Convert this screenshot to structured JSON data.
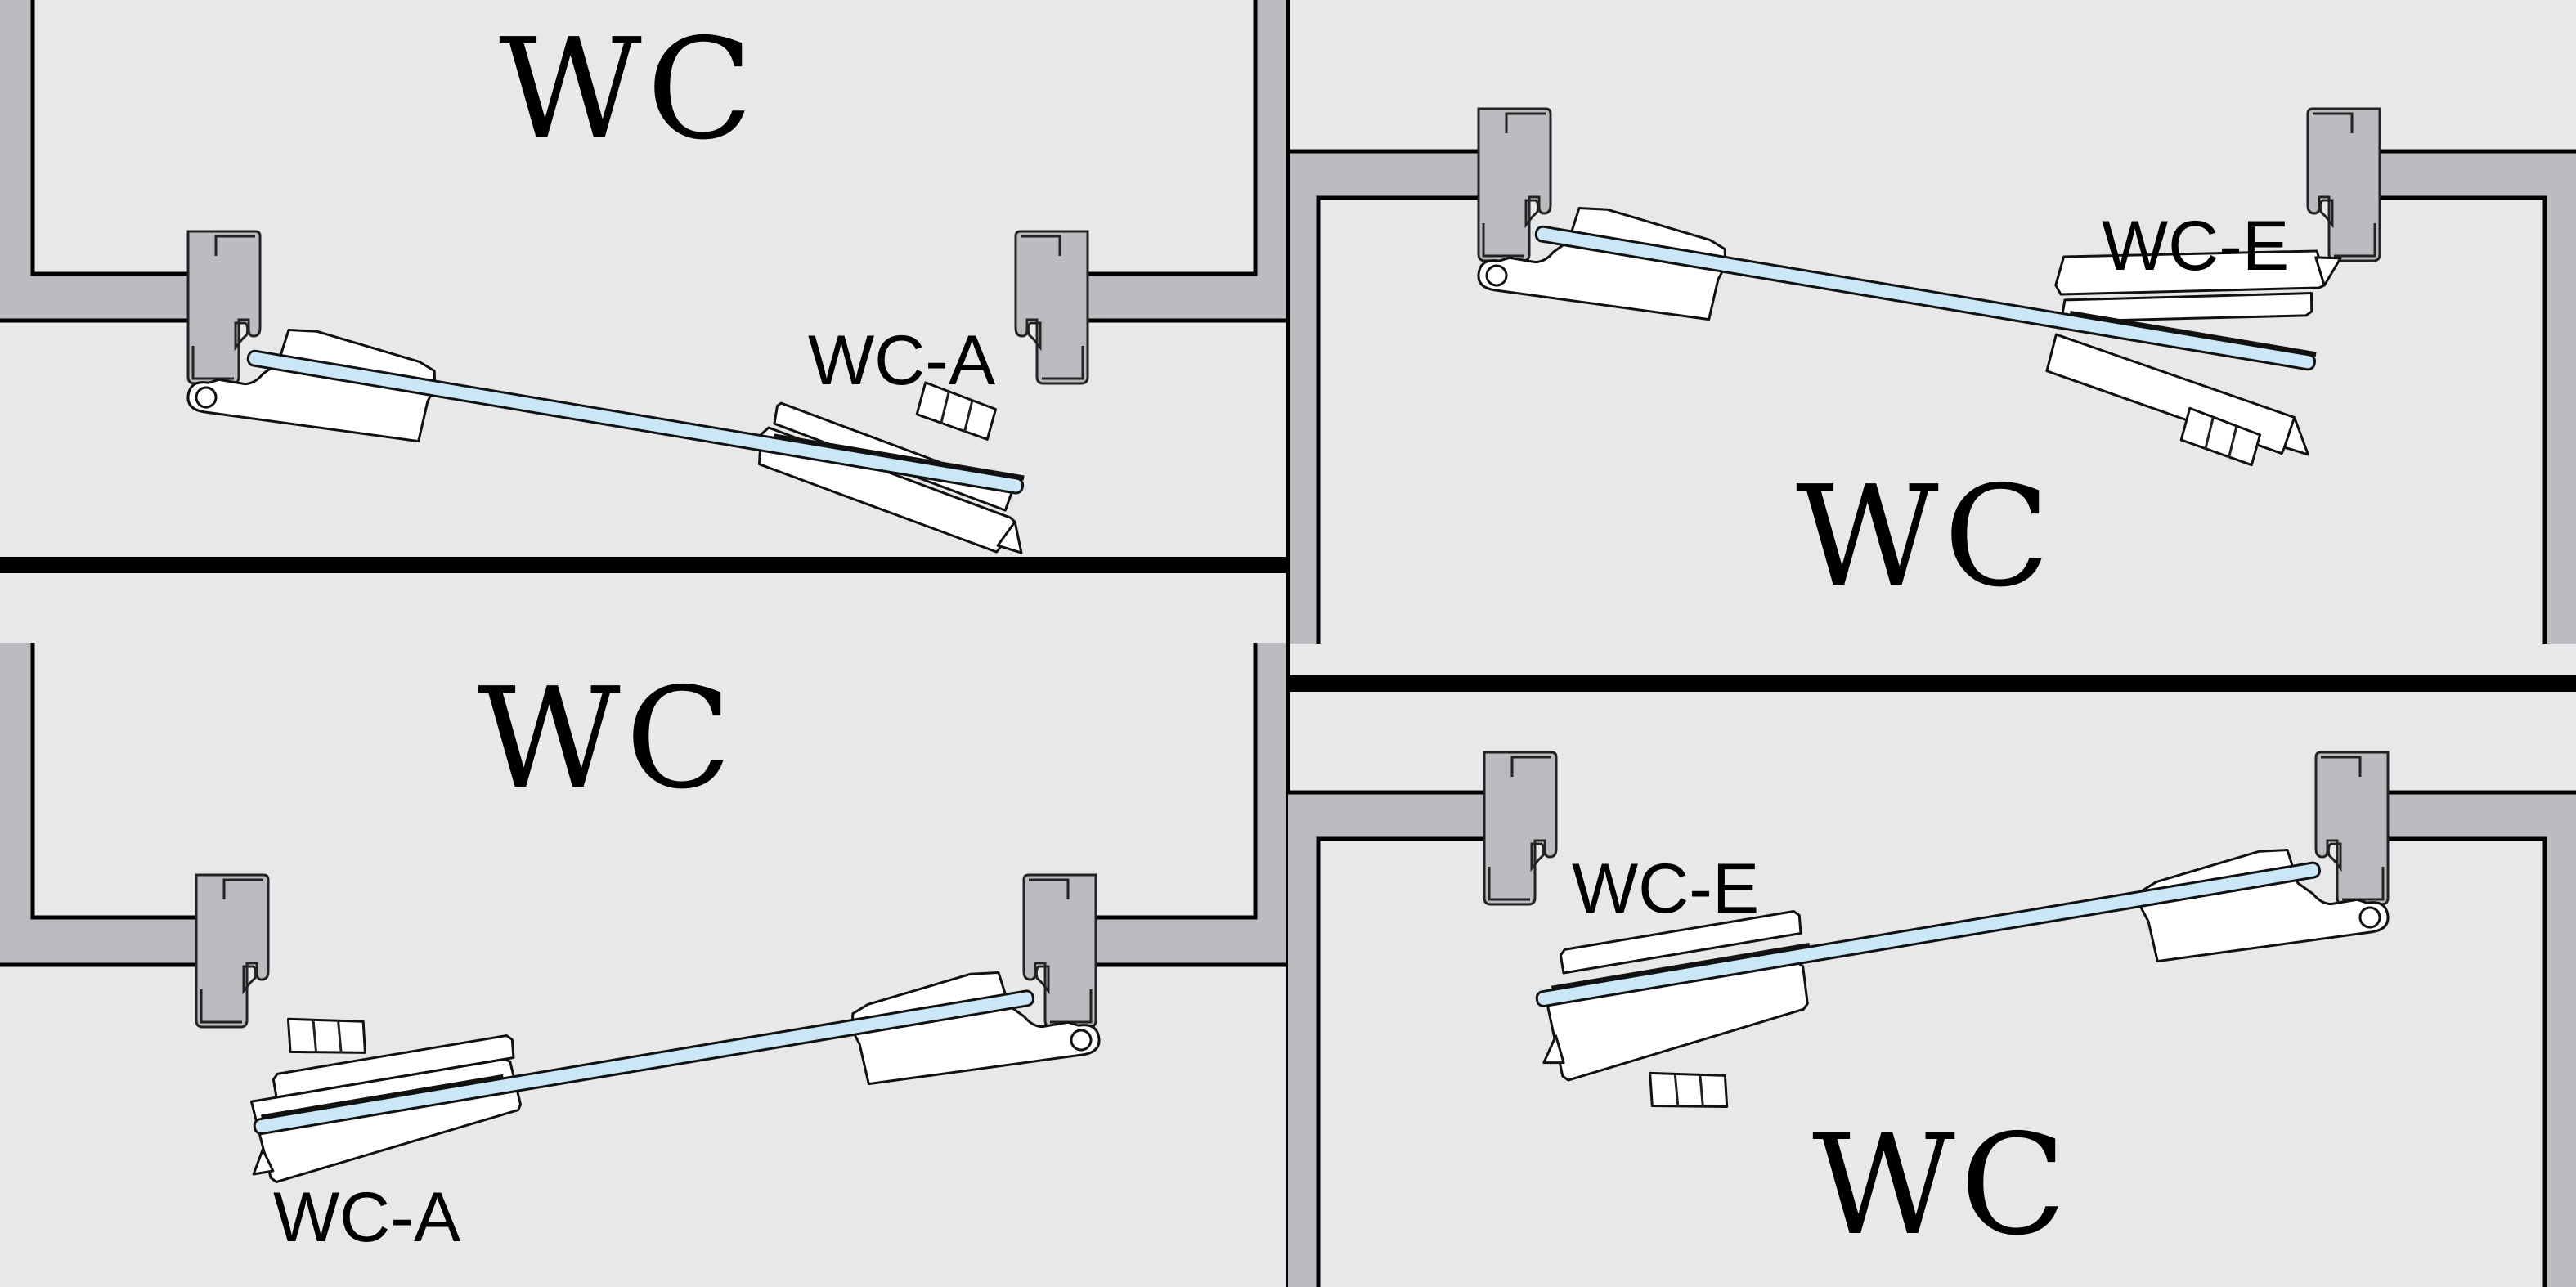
{
  "diagram": {
    "title": "Glass door lock and hinge configurations",
    "colors": {
      "background": "#e7e8ea",
      "wall": "#bbbcc0",
      "glass": "#cbe6f7",
      "hardware": "#ffffff",
      "outline": "#000000"
    },
    "panels": [
      {
        "id": "top-left",
        "room_label": "WC",
        "model_label": "WC-A"
      },
      {
        "id": "top-right",
        "room_label": "WC",
        "model_label": "WC-E"
      },
      {
        "id": "bottom-left",
        "room_label": "WC",
        "model_label": "WC-A"
      },
      {
        "id": "bottom-right",
        "room_label": "WC",
        "model_label": "WC-E"
      }
    ]
  }
}
